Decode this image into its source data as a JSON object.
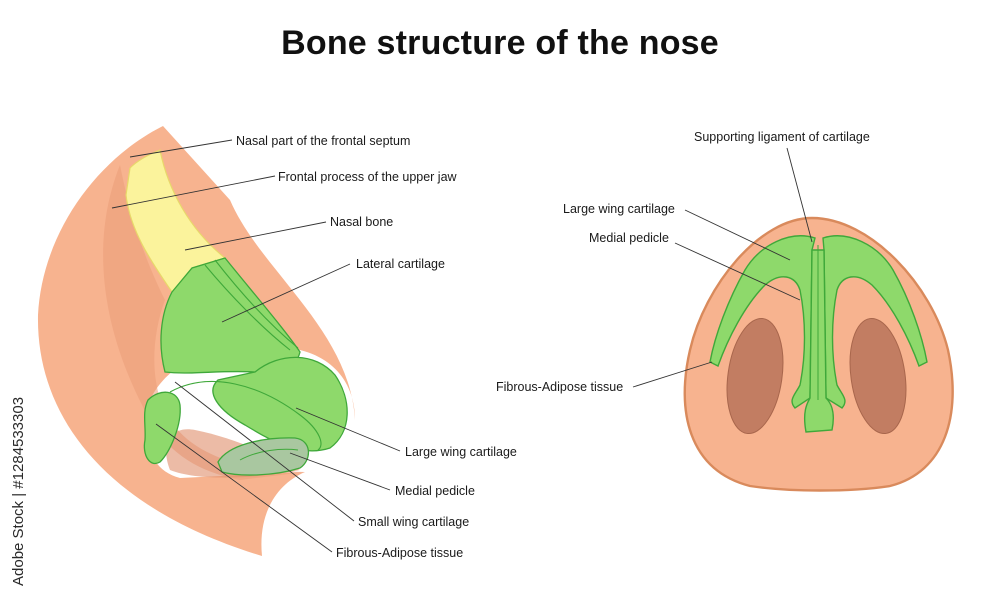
{
  "title": "Bone structure of the nose",
  "watermark": "Adobe Stock | #1284533303",
  "colors": {
    "skin": "#f7b38f",
    "skin_shadow": "#eb9c79",
    "cartilage": "#8ed96b",
    "cartilage_stroke": "#3fa83a",
    "bone": "#fbf39c",
    "nostril": "#c27d62",
    "outline": "#d98a5c"
  },
  "side_view": {
    "labels": {
      "nasal_frontal_septum": "Nasal part of the frontal septum",
      "frontal_process": "Frontal process of the upper jaw",
      "nasal_bone": "Nasal bone",
      "lateral_cartilage": "Lateral cartilage",
      "large_wing_cartilage": "Large wing cartilage",
      "medial_pedicle": "Medial pedicle",
      "small_wing_cartilage": "Small wing cartilage",
      "fibrous_adipose": "Fibrous-Adipose tissue"
    }
  },
  "bottom_view": {
    "labels": {
      "supporting_ligament": "Supporting ligament of cartilage",
      "large_wing_cartilage": "Large wing cartilage",
      "medial_pedicle": "Medial pedicle",
      "fibrous_adipose": "Fibrous-Adipose tissue"
    }
  }
}
